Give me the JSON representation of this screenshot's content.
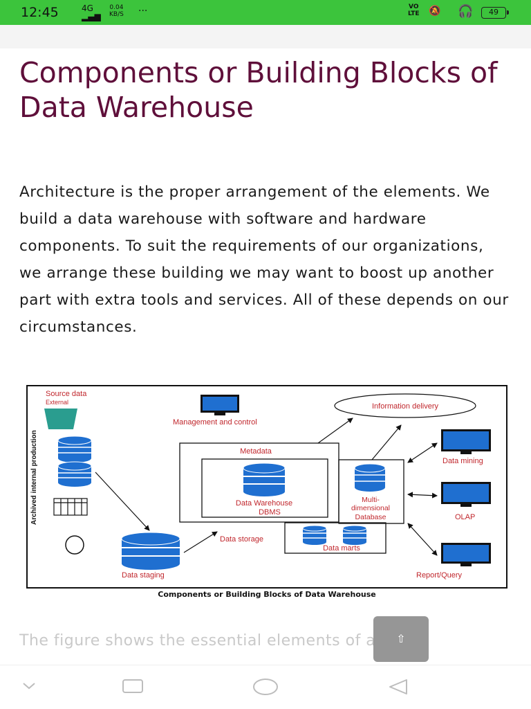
{
  "status": {
    "time": "12:45",
    "signal": "4G",
    "speed_top": "0.04",
    "speed_bottom": "KB/S",
    "dots": "···",
    "volte_top": "VO",
    "volte_bottom": "LTE",
    "battery": "49"
  },
  "article": {
    "title": "Components or Building Blocks of Data Warehouse",
    "paragraph": "Architecture is the proper arrangement of the elements. We build a data warehouse with software and hardware components. To suit the requirements of our organizations, we arrange these building we may want to boost up another part with extra tools and services. All of these depends on our circumstances.",
    "next_paragraph": "The figure shows the essential elements of a"
  },
  "figure": {
    "source_data": "Source data",
    "external": "External",
    "side_label": "Archived internal production",
    "management": "Management and control",
    "info_delivery": "Information delivery",
    "metadata": "Metadata",
    "dw_dbms_1": "Data Warehouse",
    "dw_dbms_2": "DBMS",
    "multidim_1": "Multi-",
    "multidim_2": "dimensional",
    "multidim_3": "Database",
    "data_storage": "Data storage",
    "data_marts": "Data marts",
    "data_staging": "Data staging",
    "data_mining": "Data mining",
    "olap": "OLAP",
    "report_query": "Report/Query",
    "caption": "Components or Building Blocks of Data Warehouse"
  },
  "ui": {
    "scroll_top_icon": "arrow-up-icon"
  },
  "navbar": {
    "icons": [
      "chevron-down-icon",
      "square-icon",
      "circle-icon",
      "triangle-back-icon"
    ]
  },
  "colors": {
    "status_bar": "#3cc43c",
    "title": "#5f0f3a",
    "diagram_blue": "#1f6fd0",
    "diagram_red": "#c0262c"
  }
}
